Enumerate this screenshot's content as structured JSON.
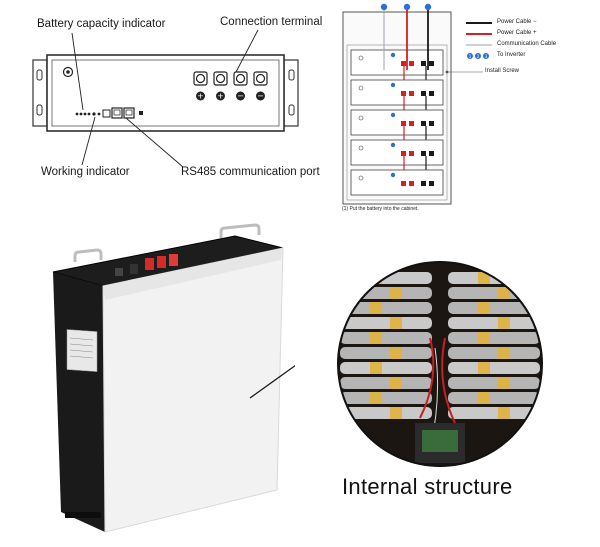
{
  "front_panel": {
    "labels": {
      "battery_capacity": "Battery capacity indicator",
      "connection_terminal": "Connection terminal",
      "working_indicator": "Working indicator",
      "rs485_port": "RS485 communication port"
    },
    "terminal_symbols": [
      "+",
      "+",
      "−",
      "−"
    ]
  },
  "rack_diagram": {
    "legend": {
      "power_neg": "Power Cable −",
      "power_pos": "Power Cable +",
      "communication": "Communication Cable",
      "inverter": "To Inverter"
    },
    "inverter_numbers": [
      "1",
      "2",
      "3"
    ],
    "install_screw": "Install Screw",
    "note": "(1) Put the battery into the cabinet.",
    "colors": {
      "negative": "#1a1a1a",
      "positive": "#d42020",
      "communication": "#9aa3ad",
      "marker": "#2f6fd1"
    }
  },
  "product": {
    "internal_caption": "Internal structure"
  }
}
